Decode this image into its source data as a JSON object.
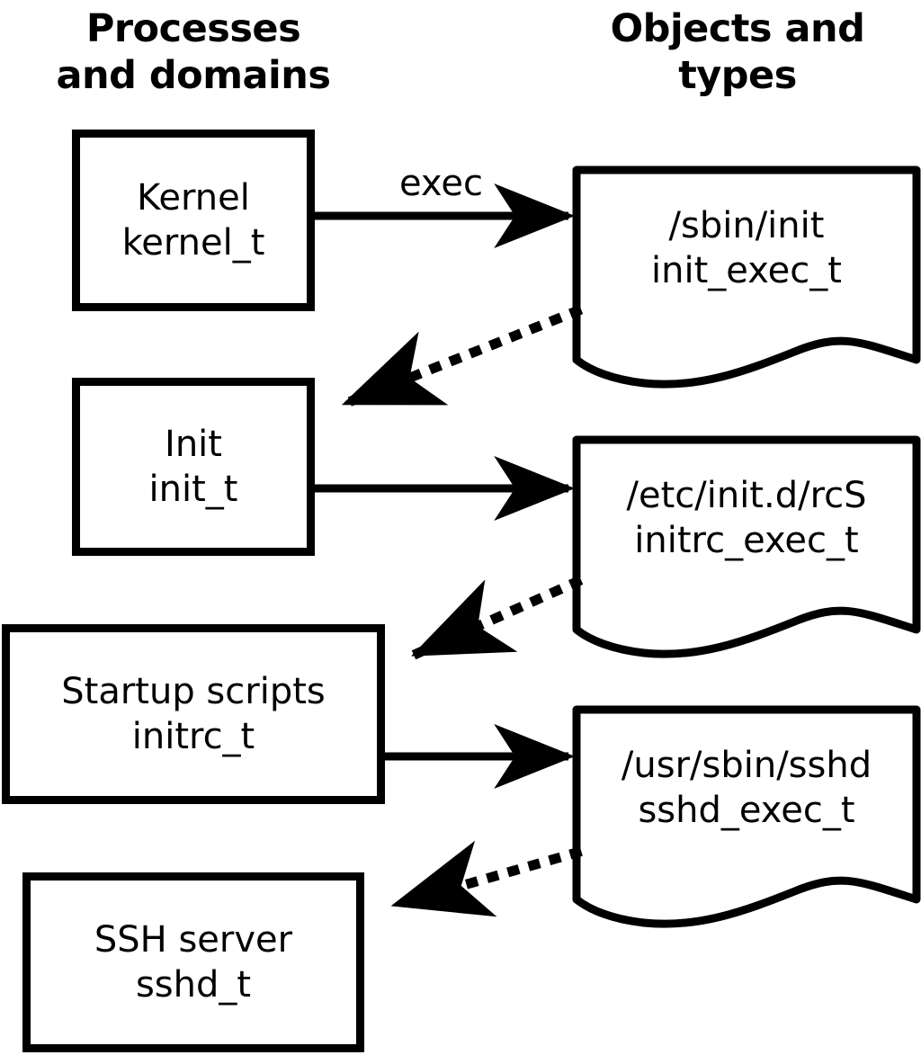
{
  "columns": {
    "left_header": "Processes\nand domains",
    "right_header": "Objects and\ntypes"
  },
  "process_nodes": [
    {
      "id": "kernel",
      "title": "Kernel",
      "type_label": "kernel_t"
    },
    {
      "id": "init",
      "title": "Init",
      "type_label": "init_t"
    },
    {
      "id": "initrc",
      "title": "Startup scripts",
      "type_label": "initrc_t"
    },
    {
      "id": "sshd",
      "title": "SSH server",
      "type_label": "sshd_t"
    }
  ],
  "object_nodes": [
    {
      "id": "init_exec",
      "path": "/sbin/init",
      "type_label": "init_exec_t"
    },
    {
      "id": "initrc_exec",
      "path": "/etc/init.d/rcS",
      "type_label": "initrc_exec_t"
    },
    {
      "id": "sshd_exec",
      "path": "/usr/sbin/sshd",
      "type_label": "sshd_exec_t"
    }
  ],
  "edges": [
    {
      "id": "kernel-exec-init",
      "from": "kernel",
      "to": "init_exec",
      "label": "exec",
      "style": "solid"
    },
    {
      "id": "init_exec-transition",
      "from": "init_exec",
      "to": "init",
      "label": "",
      "style": "dotted"
    },
    {
      "id": "init-exec-initrc",
      "from": "init",
      "to": "initrc_exec",
      "label": "",
      "style": "solid"
    },
    {
      "id": "initrc_exec-transition",
      "from": "initrc_exec",
      "to": "initrc",
      "label": "",
      "style": "dotted"
    },
    {
      "id": "initrc-exec-sshd",
      "from": "initrc",
      "to": "sshd_exec",
      "label": "",
      "style": "solid"
    },
    {
      "id": "sshd_exec-transition",
      "from": "sshd_exec",
      "to": "sshd",
      "label": "",
      "style": "dotted"
    }
  ],
  "colors": {
    "stroke": "#000000",
    "background": "#ffffff"
  }
}
